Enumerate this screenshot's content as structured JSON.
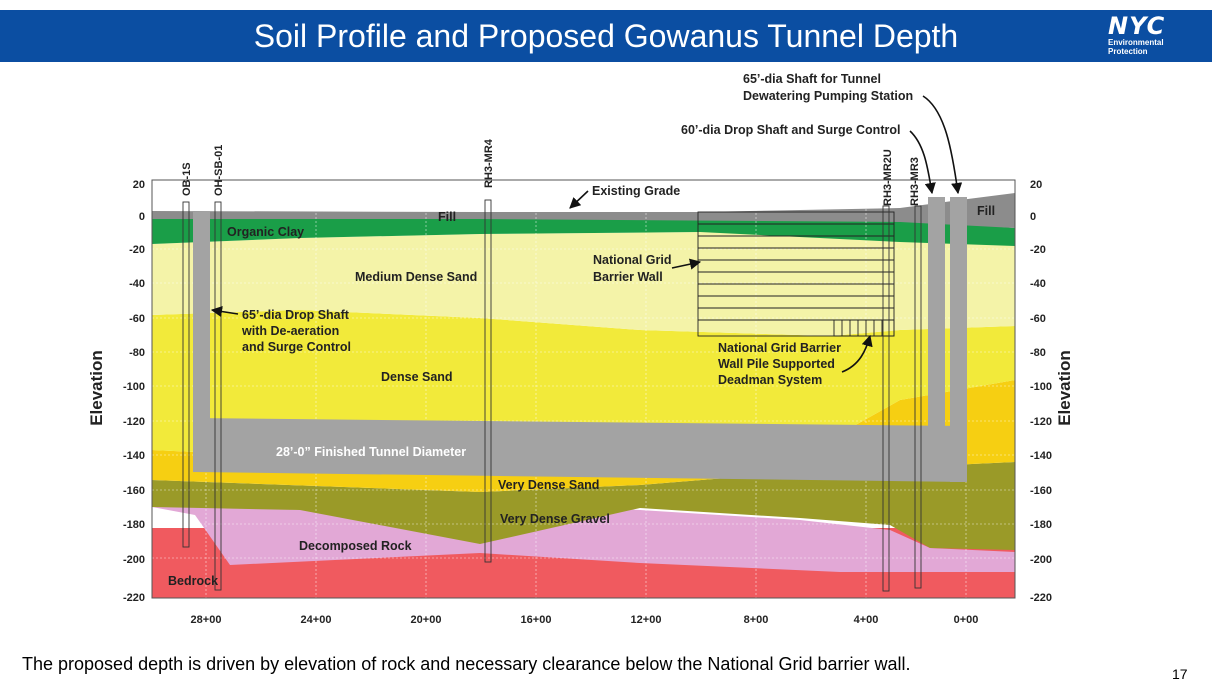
{
  "title": "Soil Profile and Proposed Gowanus Tunnel Depth",
  "logo": {
    "main": "NYC",
    "line1": "Environmental",
    "line2": "Protection"
  },
  "axis": {
    "ylabel": "Elevation",
    "y_ticks": [
      "20",
      "0",
      "-20",
      "-40",
      "-60",
      "-80",
      "-100",
      "-120",
      "-140",
      "-160",
      "-180",
      "-200",
      "-220"
    ],
    "x_ticks": [
      "28+00",
      "24+00",
      "20+00",
      "16+00",
      "12+00",
      "8+00",
      "4+00",
      "0+00"
    ]
  },
  "borings": [
    "OB-1S",
    "OH-SB-01",
    "RH3-MR4",
    "RH3-MR2U",
    "RH3-MR3"
  ],
  "layers": {
    "fill": "Fill",
    "fill_right": "Fill",
    "organic_clay": "Organic Clay",
    "medium_dense_sand": "Medium Dense Sand",
    "dense_sand": "Dense Sand",
    "very_dense_sand": "Very Dense Sand",
    "very_dense_gravel": "Very Dense Gravel",
    "decomposed_rock": "Decomposed Rock",
    "bedrock": "Bedrock"
  },
  "annotations": {
    "pump_shaft_1": "65’-dia Shaft for Tunnel",
    "pump_shaft_2": "Dewatering Pumping Station",
    "drop_shaft_surge": "60’-dia Drop Shaft and Surge Control",
    "existing_grade": "Existing Grade",
    "barrier_wall_1": "National Grid",
    "barrier_wall_2": "Barrier Wall",
    "drop_shaft_1": "65’-dia Drop Shaft",
    "drop_shaft_2": "with De-aeration",
    "drop_shaft_3": "and Surge Control",
    "deadman_1": "National Grid Barrier",
    "deadman_2": "Wall Pile Supported",
    "deadman_3": "Deadman System",
    "tunnel": "28’-0” Finished Tunnel Diameter"
  },
  "colors": {
    "title_bar": "#0b4ea2",
    "fill": "#8c8c8c",
    "organic_clay": "#1a9e48",
    "medium_dense_sand": "#f4f3a8",
    "dense_sand": "#f2ea3a",
    "very_dense_sand": "#f6cf12",
    "very_dense_gravel": "#9a9a28",
    "decomposed_rock": "#e2a8d6",
    "bedrock": "#f05a5f",
    "tunnel": "#a3a3a3"
  },
  "caption": "The proposed depth is driven by elevation of rock and necessary clearance below the National Grid barrier wall.",
  "page_number": "17"
}
